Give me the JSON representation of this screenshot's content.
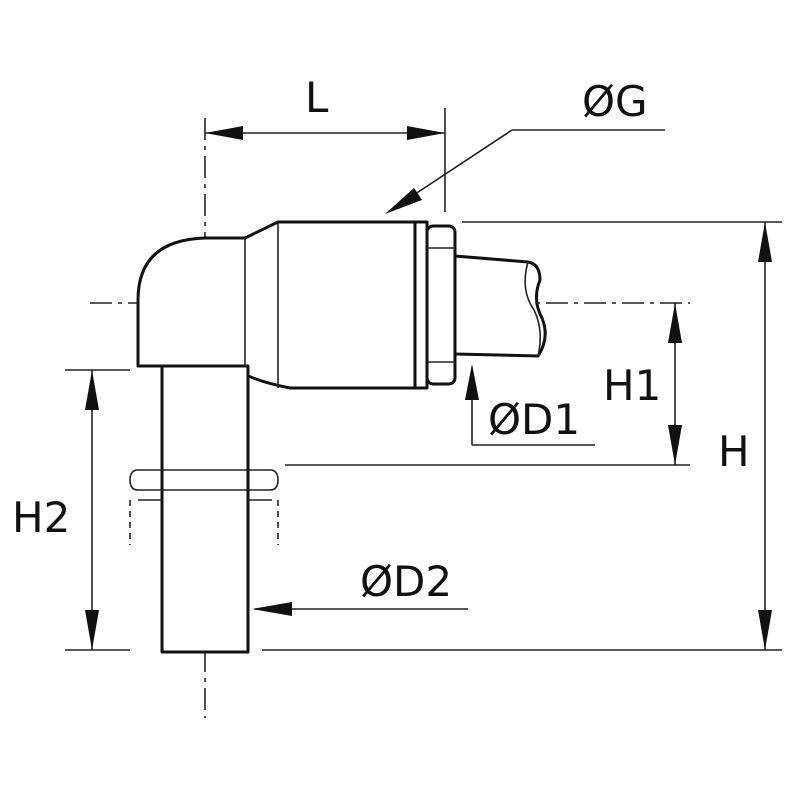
{
  "labels": {
    "L": "L",
    "G": "ØG",
    "H": "H",
    "H1": "H1",
    "D1": "ØD1",
    "H2": "H2",
    "D2": "ØD2"
  },
  "colors": {
    "line": "#111111",
    "background": "#ffffff"
  }
}
